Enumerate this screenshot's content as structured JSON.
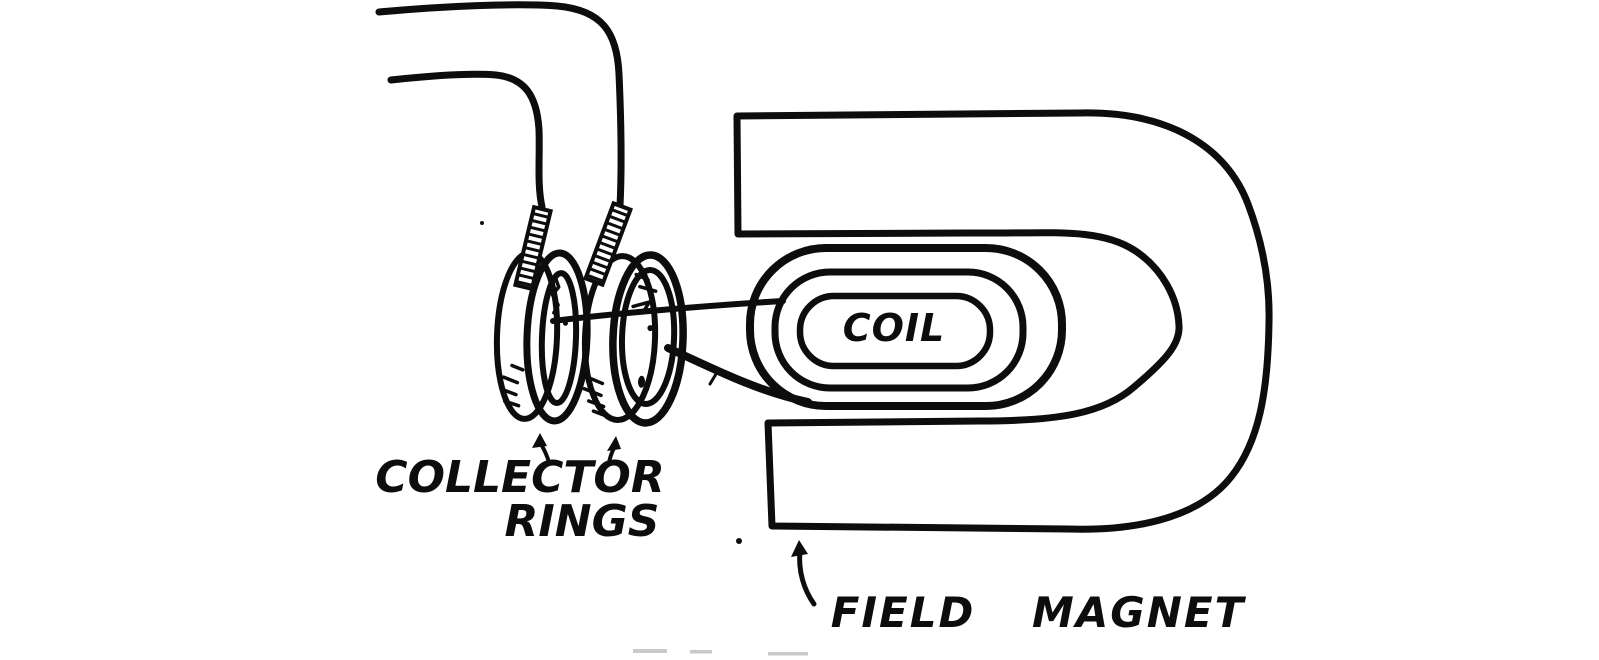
{
  "figure": {
    "type": "hand-drawn-diagram",
    "labels": {
      "coil": "COIL",
      "collector_line1": "COLLECTOR",
      "collector_line2": "RINGS",
      "field_magnet": "FIELD MAGNET"
    },
    "icons": {
      "collector_pointer_left": "up-arrow",
      "collector_pointer_right": "up-arrow",
      "field_magnet_pointer": "curved-up-arrow"
    },
    "colors": {
      "ink": "#0d0d0d",
      "paper": "#ffffff"
    }
  }
}
